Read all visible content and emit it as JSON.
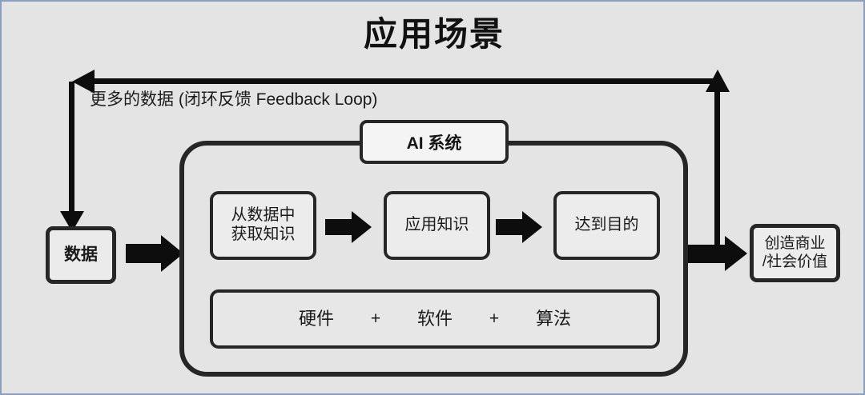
{
  "page": {
    "title": "应用场景",
    "background_color": "#e4e4e4",
    "border_color": "#8ba0c0",
    "ink_color": "#1a1a1a"
  },
  "feedback_loop": {
    "caption": "更多的数据 (闭环反馈 Feedback Loop)",
    "direction": "value-box -> data-box",
    "arrow_up_name": "feedback-arrow-up",
    "arrow_left_name": "feedback-arrow-left",
    "arrow_down_name": "feedback-arrow-down"
  },
  "nodes": {
    "data": {
      "label": "数据"
    },
    "value": {
      "label": "创造商业\n/社会价值"
    }
  },
  "ai_system": {
    "label": "AI 系统",
    "pipeline": [
      {
        "id": "acquire-knowledge",
        "label": "从数据中\n获取知识"
      },
      {
        "id": "apply-knowledge",
        "label": "应用知识"
      },
      {
        "id": "achieve-goal",
        "label": "达到目的"
      }
    ],
    "foundation": {
      "terms": [
        "硬件",
        "软件",
        "算法"
      ],
      "separator": "+"
    }
  },
  "arrows": {
    "data_to_ai": "block-arrow-right",
    "step1_to_step2": "block-arrow-right",
    "step2_to_step3": "block-arrow-right",
    "ai_to_value": "block-arrow-right"
  }
}
